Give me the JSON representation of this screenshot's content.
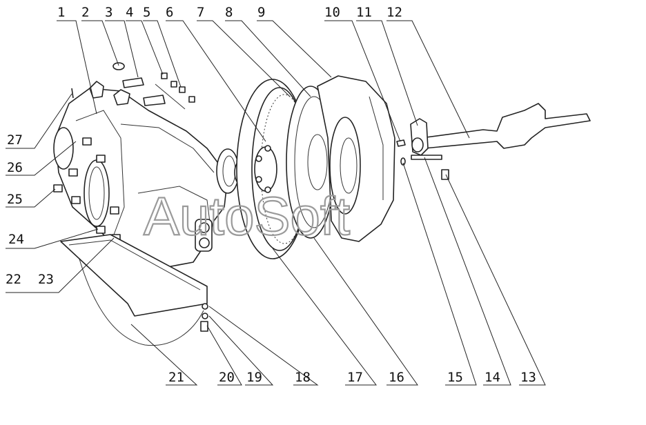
{
  "watermark": "AutoSoft",
  "callouts": [
    {
      "num": "1"
    },
    {
      "num": "2"
    },
    {
      "num": "3"
    },
    {
      "num": "4"
    },
    {
      "num": "5"
    },
    {
      "num": "6"
    },
    {
      "num": "7"
    },
    {
      "num": "8"
    },
    {
      "num": "9"
    },
    {
      "num": "10"
    },
    {
      "num": "11"
    },
    {
      "num": "12"
    },
    {
      "num": "13"
    },
    {
      "num": "14"
    },
    {
      "num": "15"
    },
    {
      "num": "16"
    },
    {
      "num": "17"
    },
    {
      "num": "18"
    },
    {
      "num": "19"
    },
    {
      "num": "20"
    },
    {
      "num": "21"
    },
    {
      "num": "22"
    },
    {
      "num": "23"
    },
    {
      "num": "24"
    },
    {
      "num": "25"
    },
    {
      "num": "26"
    },
    {
      "num": "27"
    }
  ]
}
